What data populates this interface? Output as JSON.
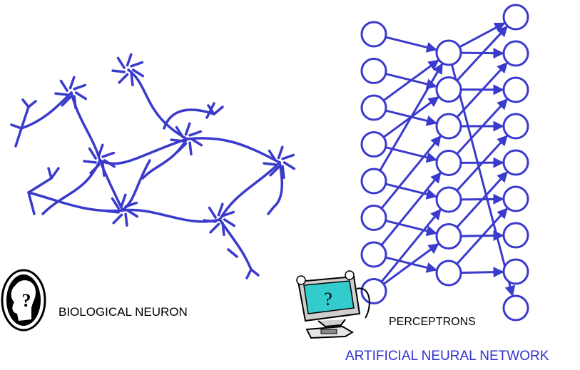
{
  "colors": {
    "network": "#3a3acc",
    "ann_title": "#3333cc",
    "text": "#000000"
  },
  "labels": {
    "biological": "BIOLOGICAL NEURON",
    "perceptrons": "PERCEPTRONS",
    "ann": "ARTIFICIAL NEURAL NETWORK"
  },
  "network": {
    "input_layer_nodes": 8,
    "hidden_layer_nodes": 7,
    "output_layer_nodes": 9
  },
  "clipart": {
    "screen_glyph": "?"
  },
  "icons": [
    "head-question-icon",
    "computer-question-clipart"
  ]
}
